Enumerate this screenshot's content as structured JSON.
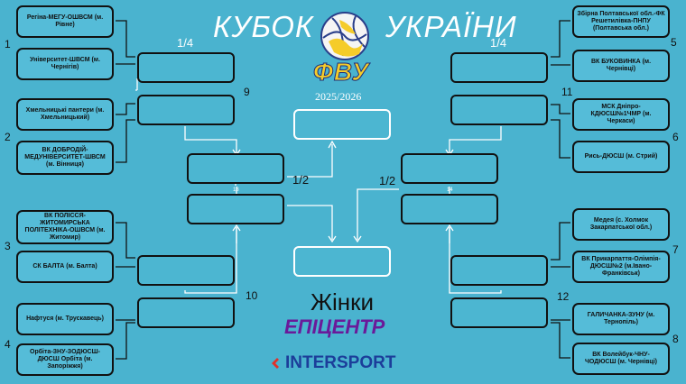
{
  "header": {
    "title_left": "КУБОК",
    "title_right": "УКРАЇНИ",
    "logo_text": "ФВУ",
    "season": "2025/2026"
  },
  "round_labels": {
    "quarter_left": "1/4",
    "quarter_right": "1/4",
    "semi_left": "1/2",
    "semi_right": "1/2"
  },
  "match_numbers": {
    "m1": "1",
    "m2": "2",
    "m3": "3",
    "m4": "4",
    "m5": "5",
    "m6": "6",
    "m7": "7",
    "m8": "8",
    "m9": "9",
    "m10": "10",
    "m11": "11",
    "m12": "12",
    "m13": "13",
    "m14": "14"
  },
  "teams": {
    "left": [
      "Регіна-МЕГУ-ОШВСМ (м. Рівне)",
      "Університет-ШВСМ (м. Чернігів)",
      "Хмельницькі пантери (м. Хмельницький)",
      "ВК ДОБРОДІЙ-МЕДУНІВЕРСИТЕТ-ШВСМ (м. Вінниця)",
      "ВК ПОЛІССЯ-ЖИТОМИРСЬКА ПОЛІТЕХНІКА-ОШВСМ (м. Житомир)",
      "СК БАЛТА (м. Балта)",
      "Нафтуся (м. Трускавець)",
      "Орбіта-ЗНУ-ЗОДЮСШ-ДЮСШ Орбіта (м. Запоріжжя)"
    ],
    "right": [
      "Збірна Полтавської обл.-ФК Решетилівка-ПНПУ (Полтавська обл.)",
      "ВК БУКОВИНКА (м. Чернівці)",
      "МСК Дніпро-КДЮСШ№1ЧМР (м. Черкаси)",
      "Рись-ДЮСШ (м. Стрий)",
      "Медея (с. Холмок Закарпатської обл.)",
      "ВК Прикарпаття-Олімпія-ДЮСШ№2 (м.Івано-Франківськ)",
      "ГАЛИЧАНКА-ЗУНУ (м. Тернопіль)",
      "ВК Волейбук-ЧНУ-ЧОДЮСШ (м. Чернівці)"
    ]
  },
  "category": "Жінки",
  "sponsors": {
    "sponsor1": "ЕПІЦЕНТР",
    "sponsor2": "INTERSPORT"
  },
  "colors": {
    "background": "#4ab3cf",
    "title": "#ffffff",
    "logo_yellow": "#f5cc2a",
    "epicentr": "#6a1a9a",
    "intersport": "#1c3e9a"
  }
}
